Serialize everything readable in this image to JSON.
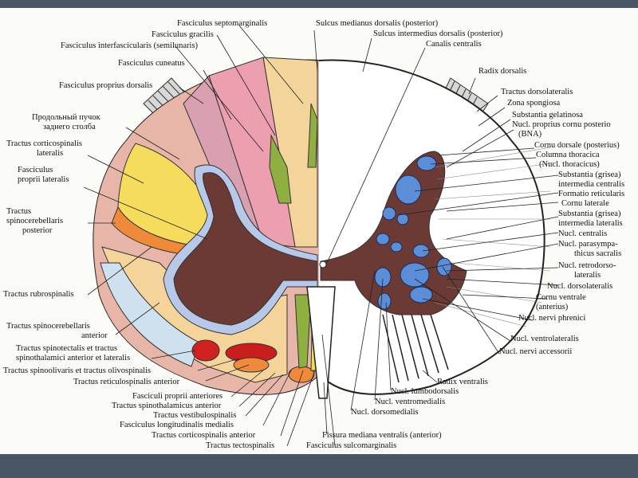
{
  "figure": {
    "labels_left": [
      "Fasciculus septomarginalis",
      "Fasciculus gracilis",
      "Fasciculus interfascicularis (semilunaris)",
      "Fasciculus cuneatus",
      "Fasciculus proprius dorsalis",
      "Продольный пучок",
      "заднего столба",
      "Tractus corticospinalis",
      "lateralis",
      "Fasciculus",
      "proprii lateralis",
      "Tractus",
      "spinocerebellaris",
      "posterior",
      "Tractus rubrospinalis",
      "Tractus spinocerebellaris",
      "anterior",
      "Tractus spinotectalis et tractus",
      "spinothalamici anterior et lateralis",
      "Tractus spinoolivaris et tractus olivospinalis",
      "Tractus reticulospinalis anterior",
      "Fasciculi proprii anteriores",
      "Tractus spinothalamicus anterior",
      "Tractus vestibulospinalis",
      "Fasciculus longitudinalis medialis",
      "Tractus corticospinalis anterior",
      "Tractus tectospinalis"
    ],
    "labels_right": [
      "Sulcus medianus dorsalis (posterior)",
      "Sulcus intermedius dorsalis (posterior)",
      "Canalis centralis",
      "Radix dorsalis",
      "Tractus dorsolateralis",
      "Zona spongiosa",
      "Substantia gelatinosa",
      "Nucl. proprius cornu posterio",
      "(BNA)",
      "Cornu dorsale (posterius)",
      "Columna thoracica",
      "(Nucl. thoracicus)",
      "Substantia (grisea)",
      "intermedia centralis",
      "Formatio reticularis",
      "Cornu laterale",
      "Substantia (grisea)",
      "intermedia lateralis",
      "Nucl. centralis",
      "Nucl. parasympa-",
      "thicus sacralis",
      "Nucl. retrodorso-",
      "lateralis",
      "Nucl. dorsolateralis",
      "Cornu ventrale",
      "(anterius)",
      "Nucl. nervi phrenici",
      "Nucl. ventrolateralis",
      "Nucl. nervi accessorii",
      "Radix ventralis",
      "Nucl. lumbodorsalis",
      "Nucl. ventromedialis",
      "Nucl. dorsomedialis",
      "Fissura mediana ventralis (anterior)",
      "Fasciculus sulcomarginalis"
    ]
  }
}
